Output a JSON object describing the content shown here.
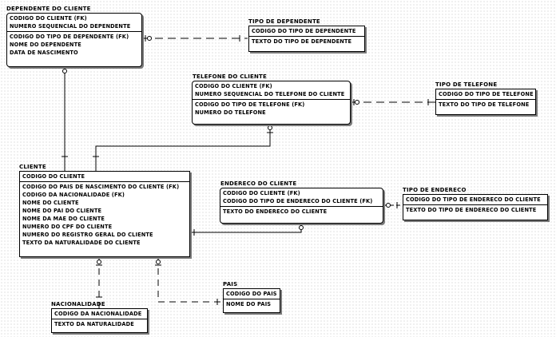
{
  "entities": {
    "dependente": {
      "title": "DEPENDENTE DO CLIENTE",
      "pk": [
        "CODIGO DO CLIENTE (FK)",
        "NUMERO SEQUENCIAL DO DEPENDENTE"
      ],
      "attrs": [
        "CODIGO DO TIPO DE DEPENDENTE (FK)",
        "NOME DO DEPENDENTE",
        "DATA DE NASCIMENTO"
      ]
    },
    "tipo_dependente": {
      "title": "TIPO DE DEPENDENTE",
      "pk": [
        "CODIGO DO TIPO DE DEPENDENTE"
      ],
      "attrs": [
        "TEXTO DO TIPO DE DEPENDENTE"
      ]
    },
    "telefone": {
      "title": "TELEFONE DO CLIENTE",
      "pk": [
        "CODIGO DO CLIENTE (FK)",
        "NUMERO SEQUENCIAL DO TELEFONE DO CLIENTE"
      ],
      "attrs": [
        "CODIGO DO TIPO DE TELEFONE (FK)",
        "NUMERO DO TELEFONE"
      ]
    },
    "tipo_telefone": {
      "title": "TIPO DE TELEFONE",
      "pk": [
        "CODIGO DO TIPO DE TELEFONE"
      ],
      "attrs": [
        "TEXTO DO TIPO DE TELEFONE"
      ]
    },
    "cliente": {
      "title": "CLIENTE",
      "pk": [
        "CODIGO DO CLIENTE"
      ],
      "attrs": [
        "CODIGO DO PAIS DE NASCIMENTO DO CLIENTE (FK)",
        "CODIGO DA NACIONALIDADE (FK)",
        "NOME DO CLIENTE",
        "NOME DO PAI DO CLIENTE",
        "NOME DA MAE DO CLIENTE",
        "NUMERO DO CPF DO CLIENTE",
        "NUMERO DO REGISTRO GERAL DO CLIENTE",
        "TEXTO DA NATURALIDADE DO CLIENTE"
      ]
    },
    "endereco": {
      "title": "ENDERECO DO CLIENTE",
      "pk": [
        "CODIGO DO CLIENTE (FK)",
        "CODIGO DO TIPO DE ENDERECO DO CLIENTE (FK)"
      ],
      "attrs": [
        "TEXTO DO ENDERECO DO CLIENTE"
      ]
    },
    "tipo_endereco": {
      "title": "TIPO DE ENDERECO",
      "pk": [
        "CODIGO DO TIPO DE ENDERECO DO CLIENTE"
      ],
      "attrs": [
        "TEXTO DO TIPO DE ENDERECO DO CLIENTE"
      ]
    },
    "pais": {
      "title": "PAIS",
      "pk": [
        "CODIGO DO PAIS"
      ],
      "attrs": [
        "NOME DO PAIS"
      ]
    },
    "nacionalidade": {
      "title": "NACIONALIDADE",
      "pk": [
        "CODIGO DA NACIONALIDADE"
      ],
      "attrs": [
        "TEXTO DA NATURALIDADE"
      ]
    }
  }
}
